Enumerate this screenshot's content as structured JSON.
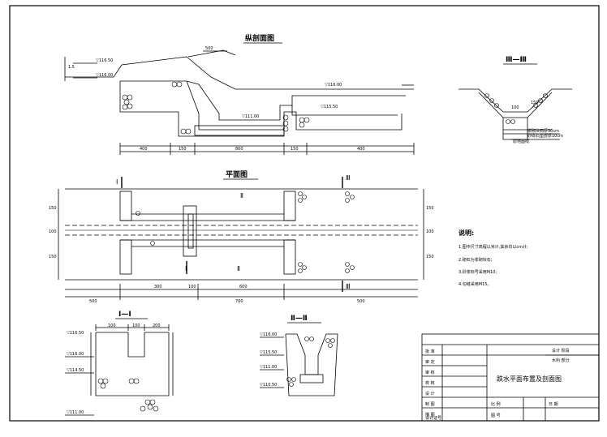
{
  "titles": {
    "longitudinal": "纵剖面图",
    "plan": "平面图",
    "section_3": "Ⅲ—Ⅲ",
    "section_1": "Ⅰ—Ⅰ",
    "section_2": "Ⅱ—Ⅱ"
  },
  "section_marks": {
    "I_top": "Ⅰ",
    "I_bottom": "Ⅰ",
    "II_top": "Ⅱ",
    "II_bottom": "Ⅱ",
    "III_top": "Ⅲ",
    "III_bottom": "Ⅲ"
  },
  "profile": {
    "elev_left": "▽116.50",
    "elev_left2": "▽116.00",
    "elev_right": "▽116.00",
    "elev_bottom": "▽111.00",
    "elev_right_low": "▽115.50",
    "dim_top": "500",
    "dims_bottom": [
      "400",
      "150",
      "800",
      "150",
      "400"
    ],
    "side_h": "1.5"
  },
  "plan": {
    "dims_bottom": [
      "500",
      "700",
      "500"
    ],
    "dims_sub": [
      "300",
      "100",
      "600"
    ],
    "side_left": [
      "150",
      "100",
      "150"
    ],
    "side_right": [
      "150",
      "100",
      "150"
    ]
  },
  "notes": {
    "heading": "说明:",
    "items": [
      "1.图中尺寸高程以米计,其余均以cm计;",
      "2.砌石为浆砌块石;",
      "3.砂浆标号采用M10;",
      "4.勾缝采用M15。"
    ]
  },
  "sec1": {
    "elevs": [
      "▽116.50",
      "▽116.00",
      "▽114.50",
      "▽111.00"
    ],
    "dims": [
      "100",
      "100",
      "200"
    ]
  },
  "sec2": {
    "elevs": [
      "▽116.00",
      "▽115.50",
      "▽111.00",
      "▽110.50"
    ]
  },
  "sec3": {
    "labels": [
      "浆砌块石厚30cm",
      "砂砾石垫层厚10cm",
      "原地面线"
    ],
    "dims": [
      "100",
      "150"
    ]
  },
  "title_block": {
    "rows_left": [
      "批 准",
      "审 定",
      "审 核",
      "校 核",
      "设 计",
      "制 图",
      "描 图",
      "设计证号"
    ],
    "company": "设计 阶段",
    "department": "水利 部分",
    "drawing_title": "跌水平面布置及剖面图",
    "scale_label": "比 例",
    "date_label": "日 期",
    "drawing_no_label": "图 号"
  }
}
